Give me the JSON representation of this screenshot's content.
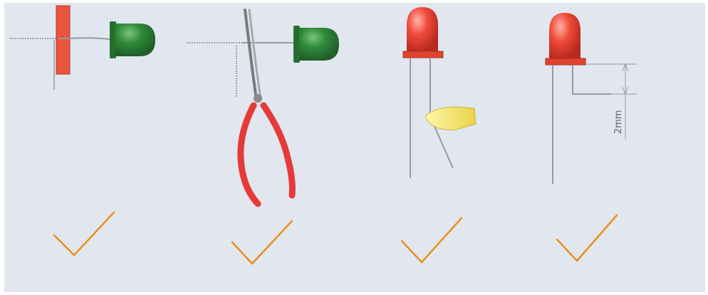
{
  "colors": {
    "background": "#e2e6ef",
    "led_green": "#2f8a3a",
    "led_red": "#f04a3a",
    "board": "#e8553c",
    "pliers_handle": "#e63a3a",
    "cutter_jaw": "#f5e66a",
    "lead_wire": "#9a9a9a",
    "checkmark": "#e8901e"
  },
  "steps": [
    {
      "id": "lead-through-board",
      "led_color": "green",
      "check": "checkmark-icon"
    },
    {
      "id": "bend-with-pliers",
      "led_color": "green",
      "check": "checkmark-icon"
    },
    {
      "id": "cut-lead",
      "led_color": "red",
      "check": "checkmark-icon"
    },
    {
      "id": "bend-distance",
      "led_color": "red",
      "check": "checkmark-icon"
    }
  ],
  "dimension": {
    "label": "2mm"
  }
}
